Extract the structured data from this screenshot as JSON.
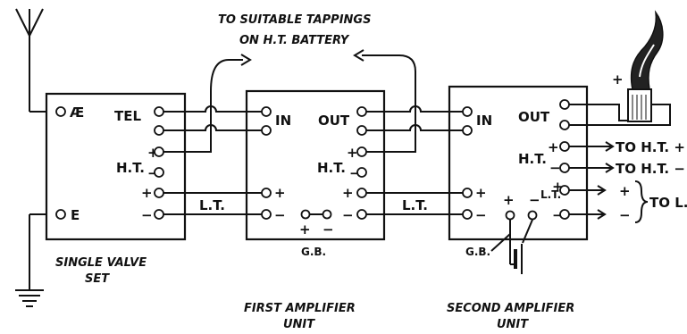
{
  "top_note": {
    "line1": "TO SUITABLE TAPPINGS",
    "line2": "ON H.T. BATTERY"
  },
  "single_valve_set": {
    "caption1": "SINGLE VALVE",
    "caption2": "SET",
    "aerial": "Æ",
    "earth": "E",
    "tel": "TEL",
    "ht": "H.T.",
    "plus": "+",
    "minus": "−"
  },
  "first_amplifier": {
    "caption1": "FIRST AMPLIFIER",
    "caption2": "UNIT",
    "in": "IN",
    "out": "OUT",
    "ht": "H.T.",
    "gb": "G.B.",
    "plus": "+",
    "minus": "−",
    "gb_plus": "+",
    "gb_minus": "−"
  },
  "second_amplifier": {
    "caption1": "SECOND AMPLIFIER",
    "caption2": "UNIT",
    "in": "IN",
    "out": "OUT",
    "ht": "H.T.",
    "gb": "G.B.",
    "lt": "L.T.",
    "plus": "+",
    "minus": "−"
  },
  "links": {
    "lt_1": "L.T.",
    "lt_2": "L.T."
  },
  "outputs": {
    "to_ht_plus": "TO H.T. +",
    "to_ht_minus": "TO H.T. −",
    "plus": "+",
    "minus": "−",
    "to_lt": "TO L.T.",
    "loudspeaker_plus": "+"
  }
}
